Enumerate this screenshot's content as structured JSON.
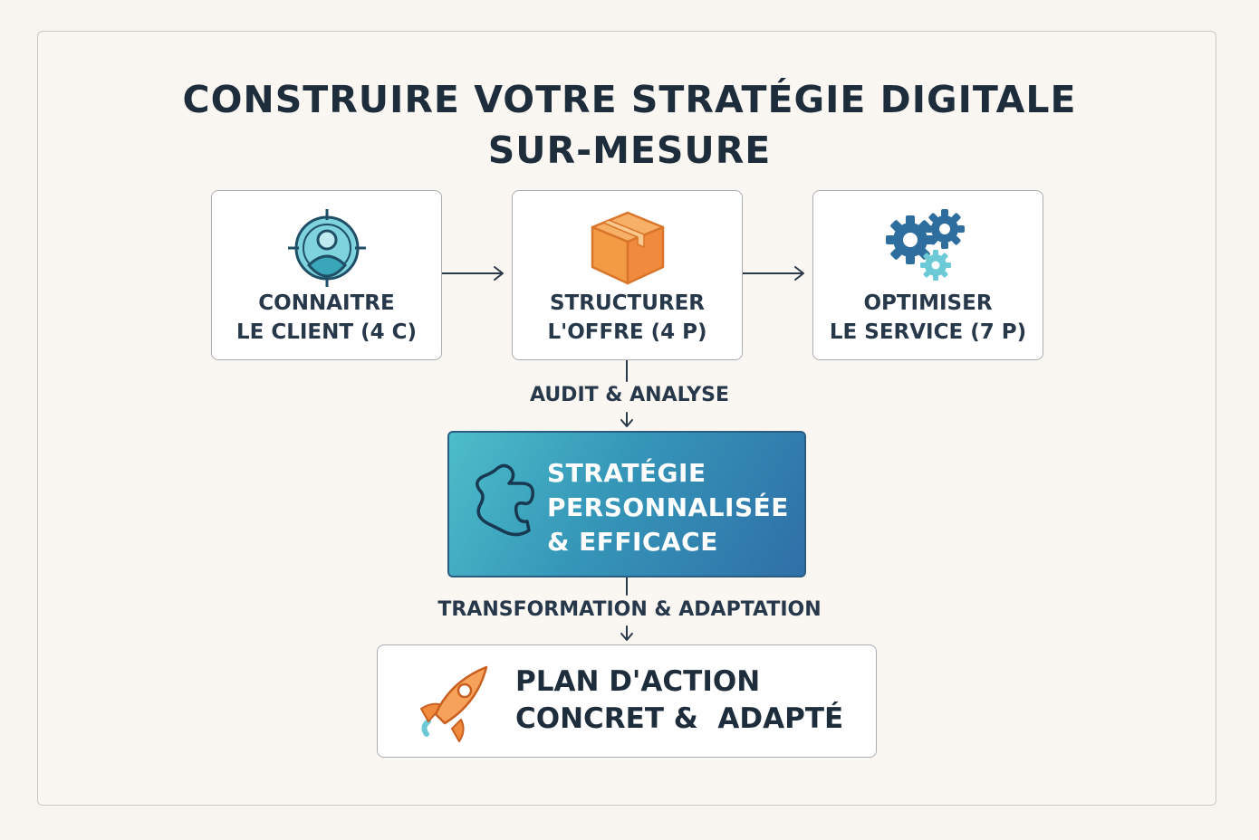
{
  "title": {
    "line1": "CONSTRUIRE VOTRE STRATÉGIE DIGITALE",
    "line2": "SUR-MESURE"
  },
  "steps": [
    {
      "line1": "CONNAITRE",
      "line2": "LE CLIENT (4 C)",
      "icon": "target-person-icon"
    },
    {
      "line1": "STRUCTURER",
      "line2": "L'OFFRE (4 P)",
      "icon": "box-icon"
    },
    {
      "line1": "OPTIMISER",
      "line2": "LE SERVICE (7 P)",
      "icon": "gears-icon"
    }
  ],
  "connectors": {
    "audit": "AUDIT & ANALYSE",
    "transformation": "TRANSFORMATION & ADAPTATION"
  },
  "strategy": {
    "line1": "STRATÉGIE",
    "line2": "PERSONNALISÉE",
    "line3": "& EFFICACE",
    "icon": "puzzle-piece-icon"
  },
  "plan": {
    "line1": "PLAN D'ACTION",
    "line2": "CONCRET &  ADAPTÉ",
    "icon": "rocket-icon"
  },
  "colors": {
    "teal": "#3aa6b9",
    "navy": "#1e2d3c",
    "orange": "#f08a3c",
    "gear_blue": "#2e6e9e",
    "gear_light": "#6ccad6"
  }
}
